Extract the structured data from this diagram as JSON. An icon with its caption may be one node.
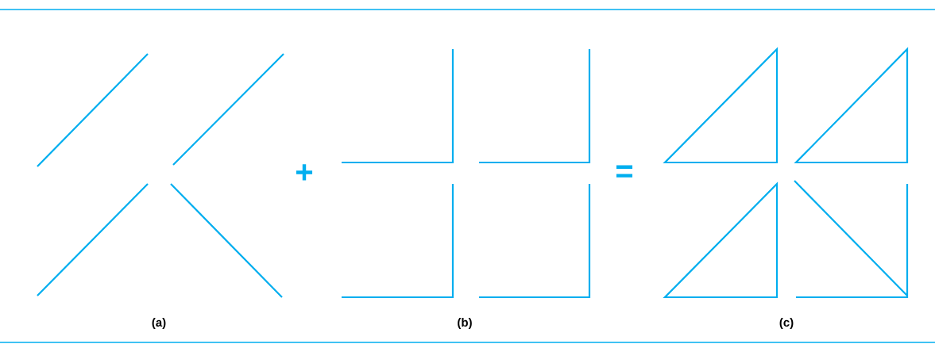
{
  "diagram": {
    "labels": [
      "+",
      "=",
      "(a)",
      "(b)",
      "(c)"
    ]
  }
}
